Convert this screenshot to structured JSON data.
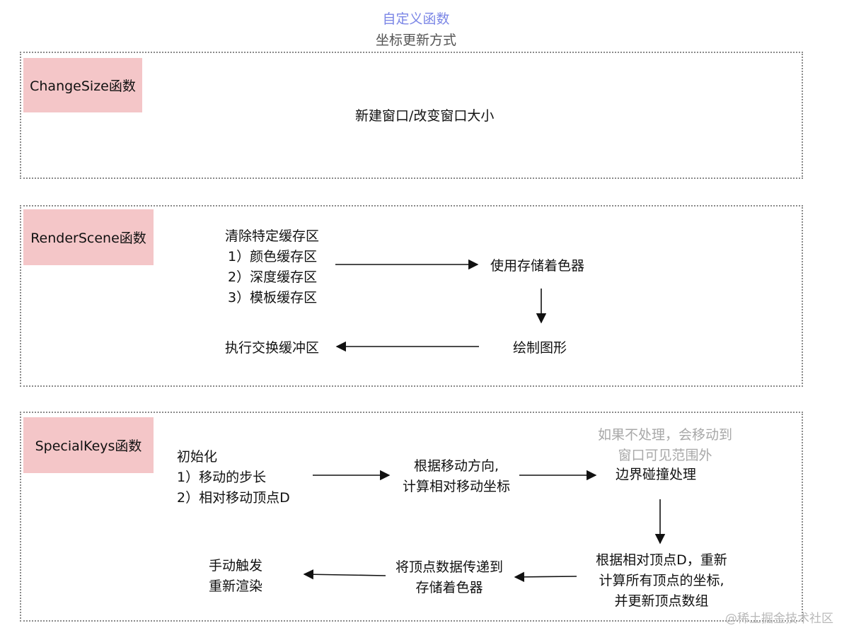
{
  "header": {
    "title": "自定义函数",
    "subtitle": "坐标更新方式"
  },
  "change_size": {
    "tag": "ChangeSize函数",
    "desc": "新建窗口/改变窗口大小"
  },
  "render_scene": {
    "tag": "RenderScene函数",
    "clear_lines": [
      "清除特定缓存区",
      "1）颜色缓存区",
      "2）深度缓存区",
      "3）模板缓存区"
    ],
    "use_shader": "使用存储着色器",
    "draw": "绘制图形",
    "swap": "执行交换缓冲区"
  },
  "special_keys": {
    "tag": "SpecialKeys函数",
    "init_lines": [
      "初始化",
      "1）移动的步长",
      "2）相对移动顶点D"
    ],
    "calc_lines": [
      "根据移动方向,",
      "计算相对移动坐标"
    ],
    "note_lines": [
      "如果不处理，会移动到",
      "窗口可见范围外"
    ],
    "boundary": "边界碰撞处理",
    "recalc_lines": [
      "根据相对顶点D，重新",
      "计算所有顶点的坐标,",
      "并更新顶点数组"
    ],
    "pass_lines": [
      "将顶点数据传递到",
      "存储着色器"
    ],
    "trigger_lines": [
      "手动触发",
      "重新渲染"
    ]
  },
  "watermark": "@稀土掘金技术社区"
}
